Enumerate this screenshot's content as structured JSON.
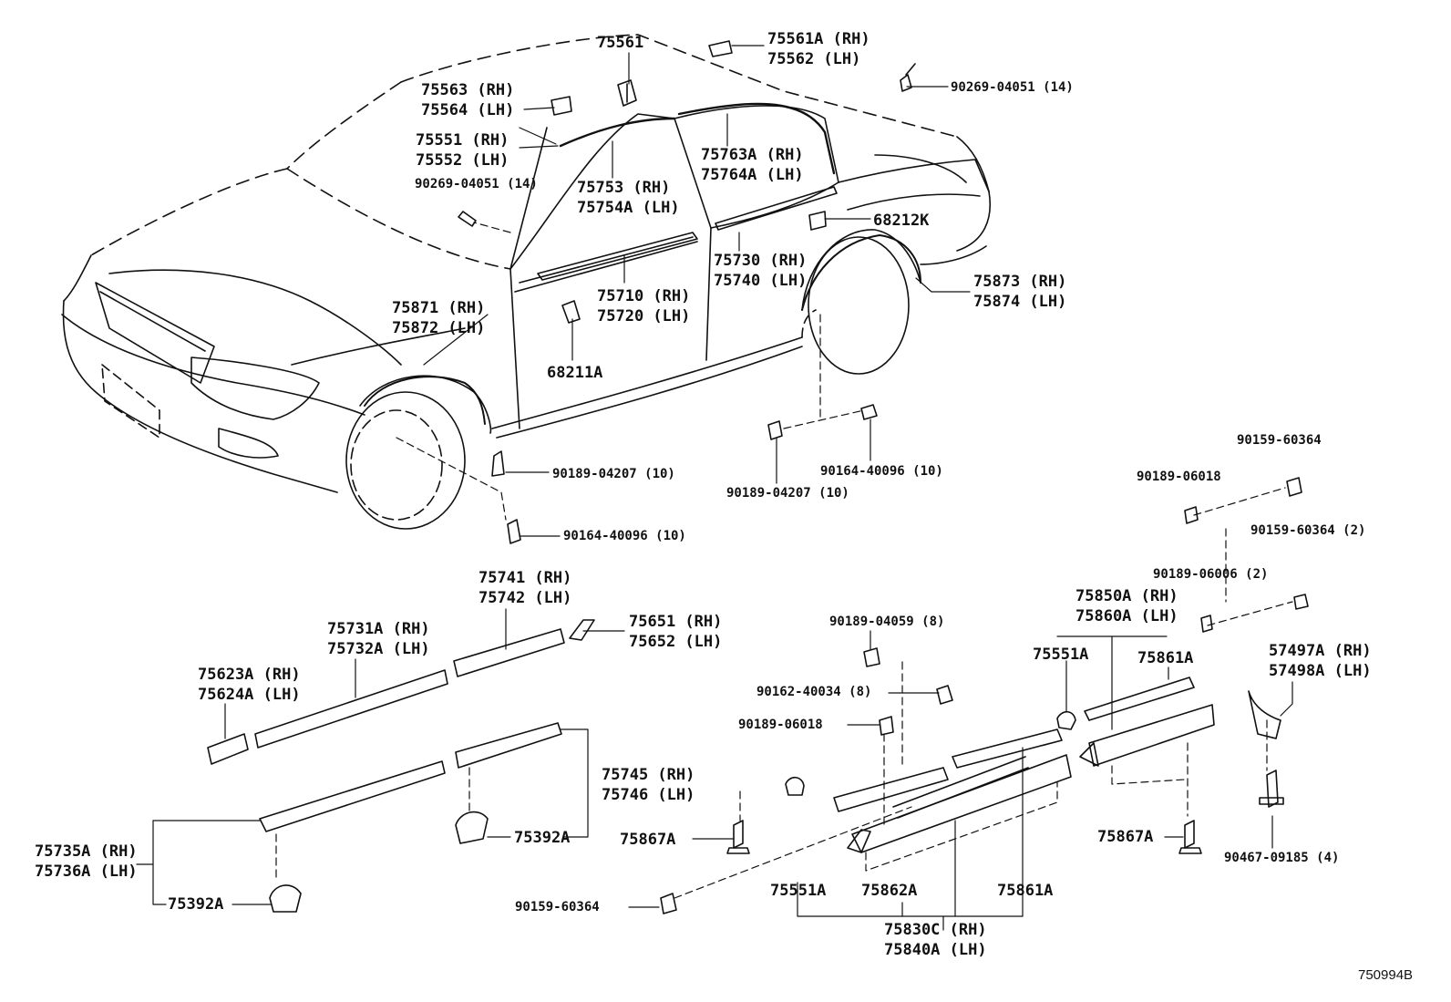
{
  "diagram": {
    "ref_code": "750994B",
    "labels": {
      "p75561": "75561",
      "p75561a": "75561A (RH)",
      "p75562": "75562 (LH)",
      "p90269_top": "90269-04051 (14)",
      "p75563": "75563 (RH)",
      "p75564": "75564 (LH)",
      "p75551": "75551 (RH)",
      "p75552": "75552 (LH)",
      "p90269_left": "90269-04051 (14)",
      "p75763a": "75763A (RH)",
      "p75764a": "75764A (LH)",
      "p75753": "75753 (RH)",
      "p75754a": "75754A (LH)",
      "p68212k": "68212K",
      "p75730": "75730 (RH)",
      "p75740": "75740 (LH)",
      "p75873": "75873 (RH)",
      "p75874": "75874 (LH)",
      "p75871": "75871 (RH)",
      "p75872": "75872 (LH)",
      "p75710": "75710 (RH)",
      "p75720": "75720 (LH)",
      "p68211a": "68211A",
      "p90189_04207_a": "90189-04207 (10)",
      "p90164_40096_a": "90164-40096 (10)",
      "p90164_40096_b": "90164-40096 (10)",
      "p90189_04207_b": "90189-04207 (10)",
      "p90159_60364_top": "90159-60364",
      "p90189_06018_r": "90189-06018",
      "p90159_60364_2": "90159-60364 (2)",
      "p90189_06006": "90189-06006 (2)",
      "p75741": "75741 (RH)",
      "p75742": "75742 (LH)",
      "p75651": "75651 (RH)",
      "p75652": "75652 (LH)",
      "p75731a": "75731A (RH)",
      "p75732a": "75732A (LH)",
      "p75623a": "75623A (RH)",
      "p75624a": "75624A (LH)",
      "p90189_04059": "90189-04059 (8)",
      "p90162_40034": "90162-40034 (8)",
      "p90189_06018_c": "90189-06018",
      "p75850a": "75850A (RH)",
      "p75860a": "75860A (LH)",
      "p75551a_r": "75551A",
      "p75861a_r": "75861A",
      "p57497a": "57497A (RH)",
      "p57498a": "57498A (LH)",
      "p75745": "75745 (RH)",
      "p75746": "75746 (LH)",
      "p75392a_mid": "75392A",
      "p75867a_l": "75867A",
      "p75867a_r": "75867A",
      "p75735a": "75735A (RH)",
      "p75736a": "75736A (LH)",
      "p75392a_bot": "75392A",
      "p90159_60364_bot": "90159-60364",
      "p75551a_b": "75551A",
      "p75862a": "75862A",
      "p75861a_b": "75861A",
      "p75830c": "75830C (RH)",
      "p75840a": "75840A (LH)",
      "p90467": "90467-09185 (4)"
    }
  }
}
